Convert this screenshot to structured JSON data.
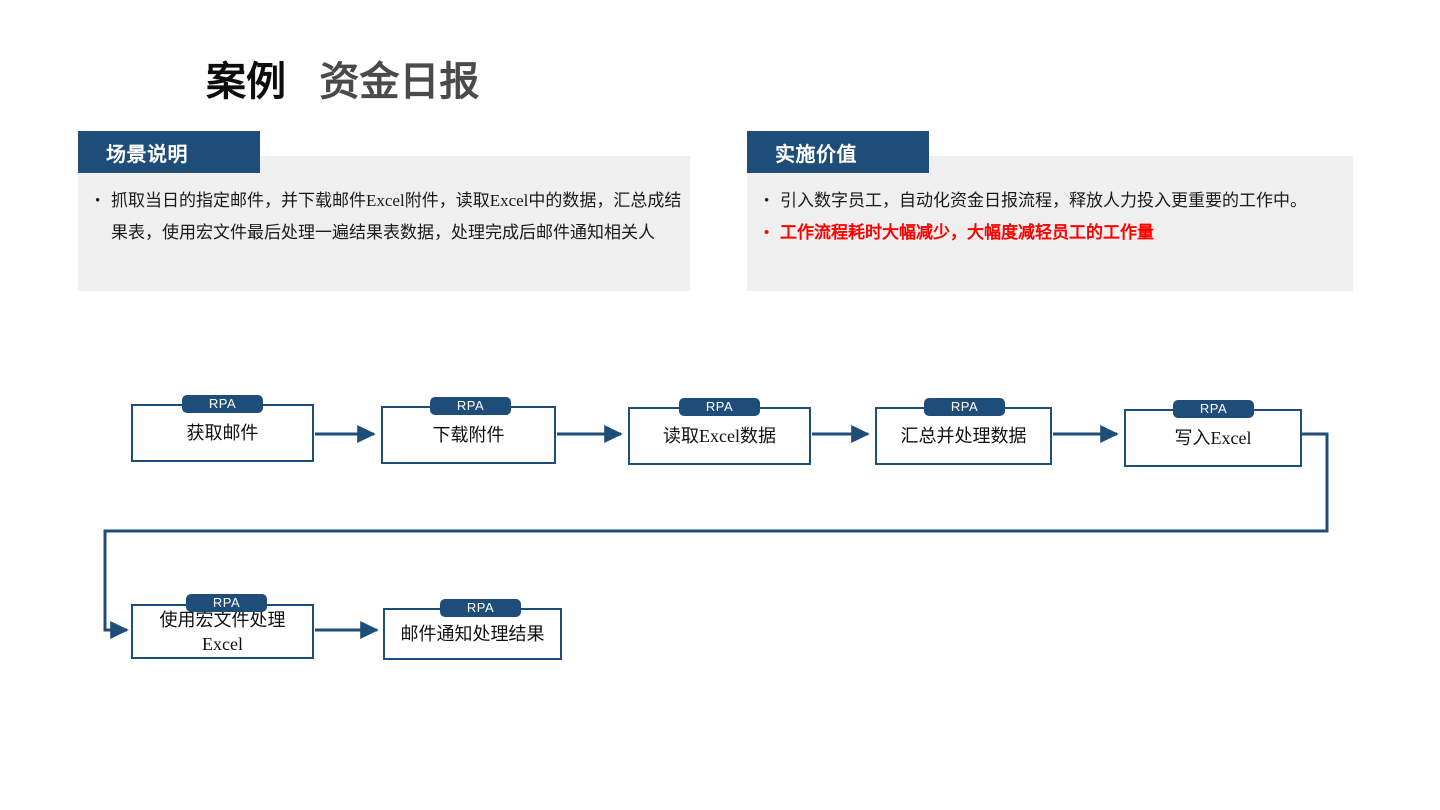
{
  "title": {
    "primary": "案例",
    "secondary": "资金日报"
  },
  "panels": [
    {
      "header": "场景说明",
      "bullets": [
        {
          "marker": "•",
          "text": "抓取当日的指定邮件，并下载邮件Excel附件，读取Excel中的数据，汇总成结果表，使用宏文件最后处理一遍结果表数据，处理完成后邮件通知相关人",
          "emphasis": "normal"
        }
      ]
    },
    {
      "header": "实施价值",
      "bullets": [
        {
          "marker": "•",
          "text": "引入数字员工，自动化资金日报流程，释放人力投入更重要的工作中。",
          "emphasis": "normal"
        },
        {
          "marker": "•",
          "text": "工作流程耗时大幅减少，大幅度减轻员工的工作量",
          "emphasis": "accent"
        }
      ]
    }
  ],
  "flow": {
    "badge_label": "RPA",
    "nodes": [
      {
        "id": "n1",
        "label": "获取邮件"
      },
      {
        "id": "n2",
        "label": "下载附件"
      },
      {
        "id": "n3",
        "label": "读取Excel数据"
      },
      {
        "id": "n4",
        "label": "汇总并处理数据"
      },
      {
        "id": "n5",
        "label": "写入Excel"
      },
      {
        "id": "n6",
        "label": "使用宏文件处理\nExcel"
      },
      {
        "id": "n7",
        "label": "邮件通知处理结果"
      }
    ],
    "edges": [
      {
        "from": "n1",
        "to": "n2"
      },
      {
        "from": "n2",
        "to": "n3"
      },
      {
        "from": "n3",
        "to": "n4"
      },
      {
        "from": "n4",
        "to": "n5"
      },
      {
        "from": "n5",
        "to": "n6"
      },
      {
        "from": "n6",
        "to": "n7"
      }
    ]
  },
  "colors": {
    "brand_navy": "#1f4d7a",
    "panel_bg": "#efefef",
    "accent_red": "#ff0000",
    "title_black": "#0d0d0d",
    "title_gray": "#4a4a4a"
  }
}
